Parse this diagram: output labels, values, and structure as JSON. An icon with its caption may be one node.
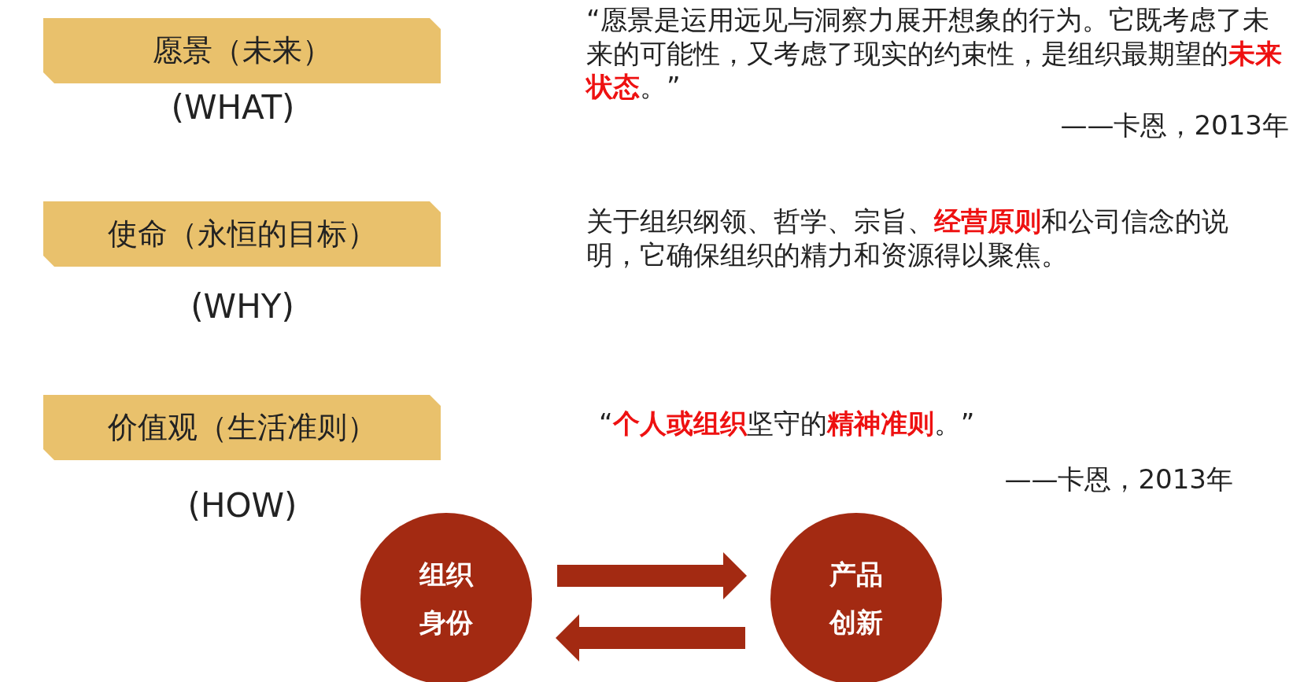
{
  "diagram": {
    "nodes": [
      {
        "text": [
          "愿景（未来）"
        ],
        "beside": [
          "(WHAT)"
        ]
      },
      {
        "text": [
          "使命（永恒的目标）"
        ],
        "beside": [
          "(WHY)"
        ]
      },
      {
        "text": [
          "价值观（生活准则）"
        ],
        "beside": [
          "(HOW)"
        ]
      },
      {
        "text": [
          "组织身份"
        ]
      },
      {
        "text": [
          "产品创新"
        ]
      }
    ],
    "edges": [
      {
        "from": 3,
        "to": 4,
        "arrow": "to"
      },
      {
        "from": 4,
        "to": 3,
        "arrow": "to"
      }
    ],
    "labels": [
      "“愿景是运用远见与洞察力展开想象的行为。它既考虑了未来的可能性，又考虑了现实的约束性，是组织最期望的**未来状态**。”",
      "——卡恩，2013年",
      "关于组织纲领、哲学、宗旨、**经营原则**和公司信念的说明，它确保组织的精力和资源得以聚焦。",
      "“**个人或组织**坚守的**精神准则**。”",
      "——卡恩，2013年"
    ]
  }
}
